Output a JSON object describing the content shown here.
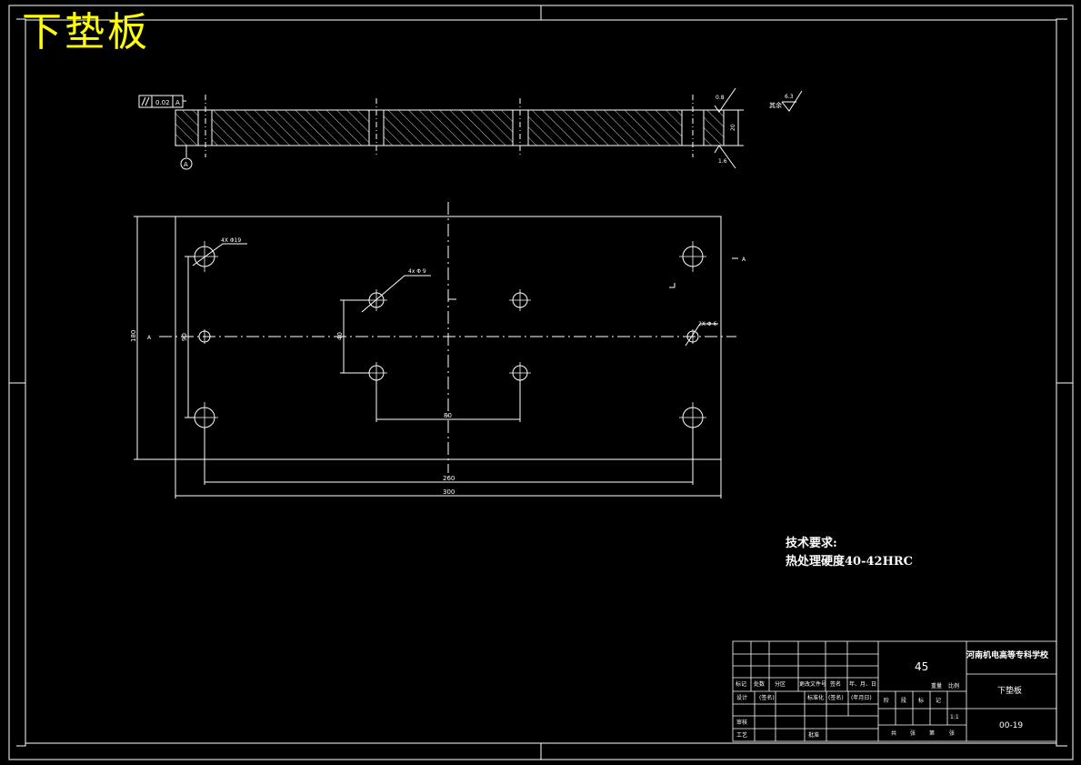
{
  "title": "下垫板",
  "tech_requirements": {
    "heading": "技术要求:",
    "line1": "热处理硬度40-42HRC"
  },
  "dimensions": {
    "overall_length": "300",
    "hole_span_x": "260",
    "inner_span_x": "80",
    "overall_width": "180",
    "hole_span_y": "90",
    "inner_span_y": "40",
    "thickness": "20",
    "hole_note_large": "4X Φ19",
    "hole_note_small": "4x Φ 9",
    "hole_note_pin": "2X Φ 6",
    "section_marker": "A",
    "datum_marker": "A",
    "parallelism": "0.02",
    "roughness_top": "0.8",
    "roughness_bottom": "1.6",
    "roughness_other": "6.3",
    "roughness_other_label": "其余"
  },
  "title_block": {
    "material": "45",
    "school": "河南机电高等专科学校",
    "part_name": "下垫板",
    "drawing_no": "00-19",
    "scale": "1:1",
    "headers": [
      "标记",
      "处数",
      "分区",
      "更改文件号",
      "签名",
      "年、月、日"
    ],
    "design_row": [
      "设计",
      "(签名)",
      "标准化",
      "(签名)",
      "(年月日)"
    ],
    "stage_labels": [
      "阶",
      "段",
      "标",
      "记",
      "重量",
      "比例"
    ],
    "check_label": "审核",
    "process_label": "工艺",
    "approve_label": "批准",
    "sheet_labels": [
      "共",
      "张",
      "第",
      "张"
    ]
  },
  "colors": {
    "background": "#000000",
    "lines": "#ffffff",
    "title": "#ffff00"
  }
}
